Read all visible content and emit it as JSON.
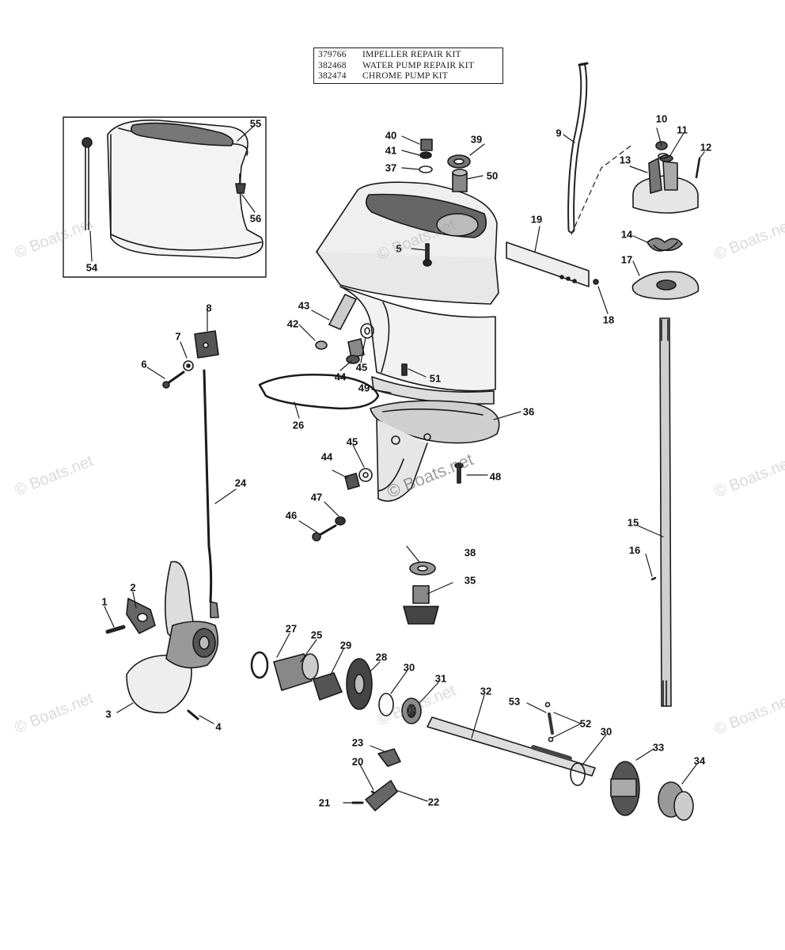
{
  "kits": [
    {
      "number": "379766",
      "description": "IMPELLER REPAIR KIT"
    },
    {
      "number": "382468",
      "description": "WATER PUMP REPAIR KIT"
    },
    {
      "number": "382474",
      "description": "CHROME PUMP KIT"
    }
  ],
  "watermark": "© Boats.net",
  "callouts": [
    "1",
    "2",
    "3",
    "4",
    "5",
    "6",
    "7",
    "8",
    "9",
    "10",
    "11",
    "12",
    "13",
    "14",
    "15",
    "16",
    "17",
    "18",
    "19",
    "24",
    "25",
    "26",
    "27",
    "28",
    "29",
    "30",
    "30",
    "31",
    "32",
    "33",
    "34",
    "35",
    "36",
    "37",
    "38",
    "39",
    "40",
    "41",
    "42",
    "43",
    "44",
    "44",
    "45",
    "45",
    "46",
    "47",
    "48",
    "49",
    "50",
    "51",
    "52",
    "53",
    "54",
    "55",
    "56",
    "20",
    "21",
    "22",
    "23"
  ]
}
